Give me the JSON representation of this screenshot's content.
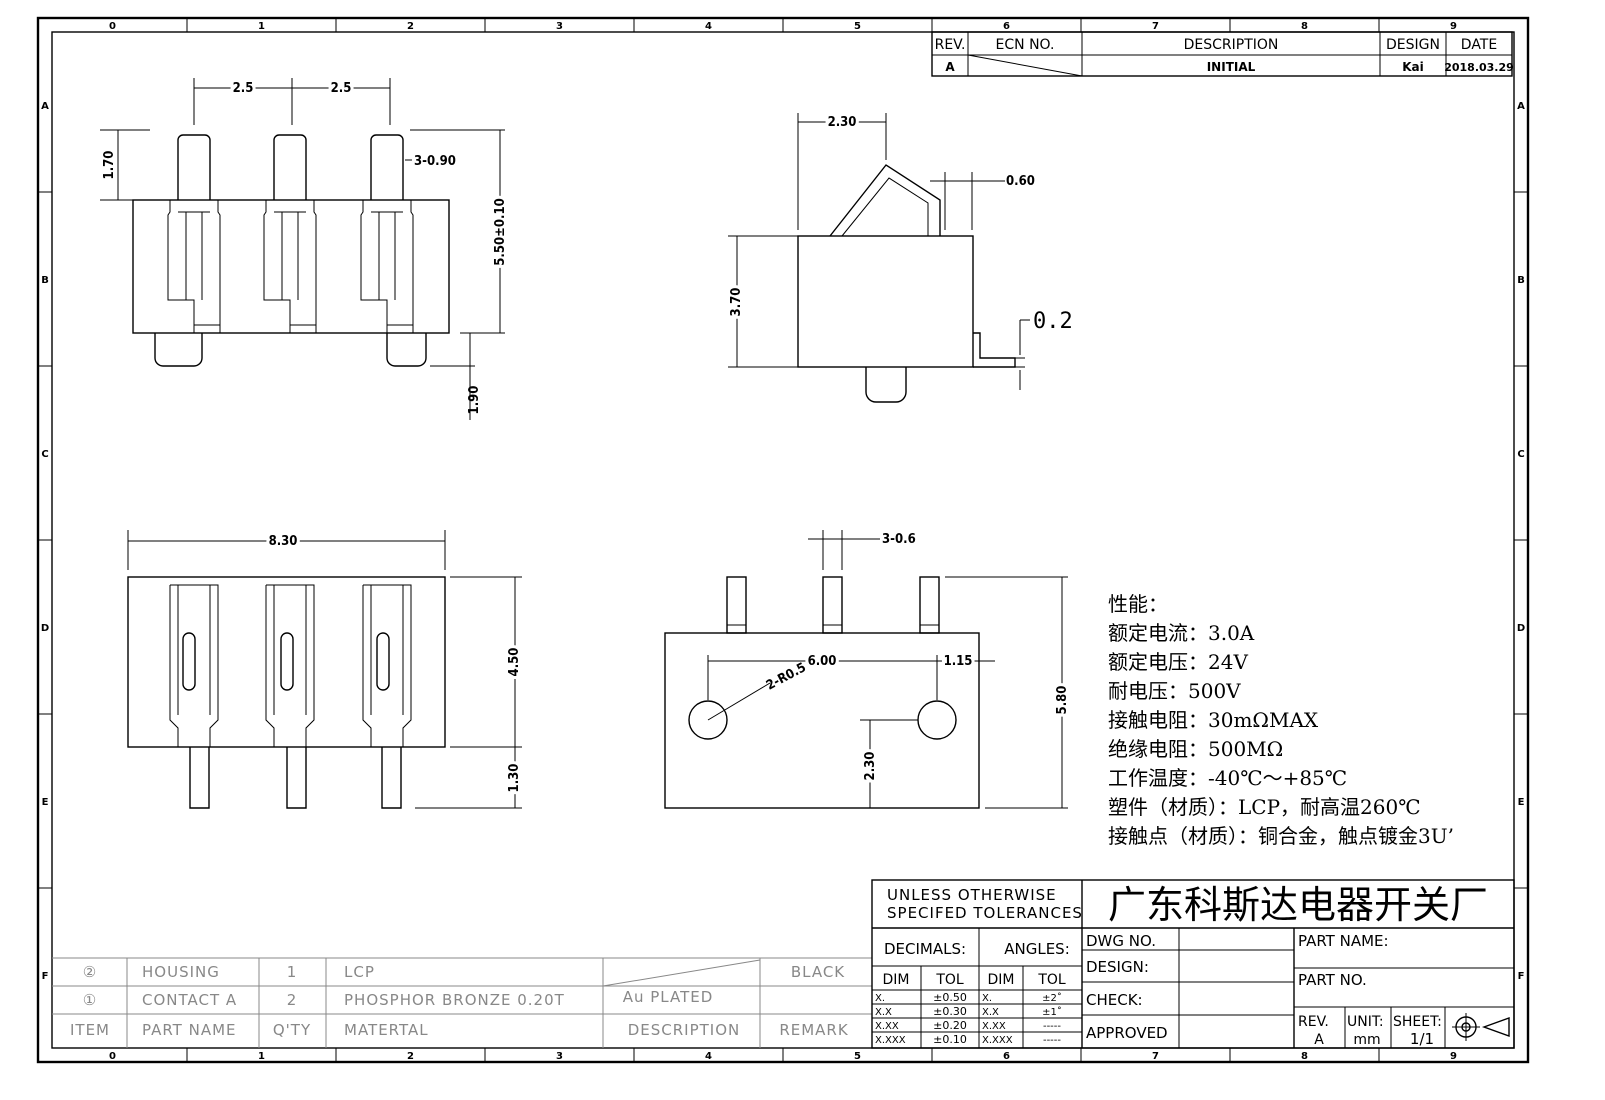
{
  "zones": {
    "columns": [
      "0",
      "1",
      "2",
      "3",
      "4",
      "5",
      "6",
      "7",
      "8",
      "9"
    ],
    "rows": [
      "A",
      "B",
      "C",
      "D",
      "E",
      "F"
    ]
  },
  "revision_table": {
    "headers": {
      "rev": "REV.",
      "ecn": "ECN NO.",
      "description": "DESCRIPTION",
      "design": "DESIGN",
      "date": "DATE"
    },
    "row": {
      "rev": "A",
      "description": "INITIAL",
      "design": "Kai",
      "date": "2018.03.29"
    }
  },
  "dimensions": {
    "front": {
      "pitch_left": "2.5",
      "pitch_right": "2.5",
      "pin_width": "3-0.90",
      "pin_height": "1.70",
      "height": "5.50±0.10",
      "bottom": "1.90"
    },
    "side": {
      "top_width": "2.30",
      "spring_thickness": "0.60",
      "height": "3.70",
      "terminal_thickness": "0.2"
    },
    "top": {
      "width": "8.30",
      "body_height": "4.50",
      "tail_height": "1.30"
    },
    "bottom_view": {
      "pin_width": "3-0.6",
      "hole_spacing": "6.00",
      "edge_offset": "1.15",
      "radius": "2-R0.5",
      "hole_height": "2.30",
      "total_height": "5.80"
    }
  },
  "specifications": [
    "性能：",
    "额定电流：3.0A",
    "额定电压：24V",
    "耐电压：500V",
    "接触电阻：30mΩMAX",
    "绝缘电阻：500MΩ",
    "工作温度：-40℃～+85℃",
    "塑件（材质）：LCP，耐高温260℃",
    "接触点（材质）：铜合金，触点镀金3U’"
  ],
  "bom": {
    "rows": [
      {
        "item": "②",
        "part": "HOUSING",
        "qty": "1",
        "material": "LCP",
        "description": "",
        "remark": "BLACK"
      },
      {
        "item": "①",
        "part": "CONTACT A",
        "qty": "2",
        "material": "PHOSPHOR BRONZE 0.20T",
        "description": "Au PLATED",
        "remark": ""
      }
    ],
    "headers": {
      "item": "ITEM",
      "part": "PART NAME",
      "qty": "Q'TY",
      "material": "MATERTAL",
      "description": "DESCRIPTION",
      "remark": "REMARK"
    }
  },
  "title_block": {
    "tolerance_note_line1": "UNLESS OTHERWISE",
    "tolerance_note_line2": "SPECIFED TOLERANCES",
    "company": "广东科斯达电器开关厂",
    "decimals_label": "DECIMALS:",
    "angles_label": "ANGLES:",
    "dim_label": "DIM",
    "tol_label": "TOL",
    "decimals": [
      {
        "dim": "X.",
        "tol": "±0.50"
      },
      {
        "dim": "X.X",
        "tol": "±0.30"
      },
      {
        "dim": "X.XX",
        "tol": "±0.20"
      },
      {
        "dim": "X.XXX",
        "tol": "±0.10"
      }
    ],
    "angles": [
      {
        "dim": "X.",
        "tol": "±2˚"
      },
      {
        "dim": "X.X",
        "tol": "±1˚"
      },
      {
        "dim": "X.XX",
        "tol": "-----"
      },
      {
        "dim": "X.XXX",
        "tol": "-----"
      }
    ],
    "dwg_no_label": "DWG NO.",
    "design_label": "DESIGN:",
    "check_label": "CHECK:",
    "approved_label": "APPROVED",
    "part_name_label": "PART NAME:",
    "part_no_label": "PART NO.",
    "rev_label": "REV.",
    "rev_value": "A",
    "unit_label": "UNIT:",
    "unit_value": "mm",
    "sheet_label": "SHEET:",
    "sheet_value": "1/1"
  }
}
